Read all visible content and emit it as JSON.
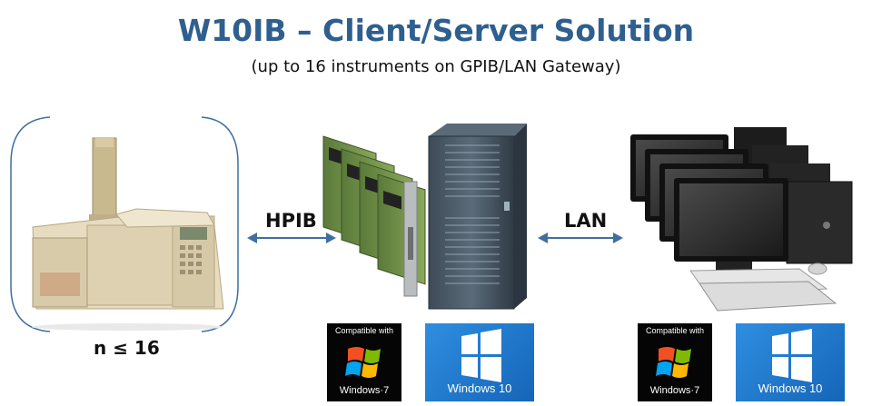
{
  "header": {
    "title": "W10IB – Client/Server Solution",
    "subtitle": "(up to 16 instruments on GPIB/LAN Gateway)"
  },
  "connections": {
    "hpib_label": "HPIB",
    "lan_label": "LAN"
  },
  "instruments": {
    "count_label": "n ≤ 16"
  },
  "badges": {
    "server_win7": {
      "top_text": "Compatible with",
      "name": "Windows·7"
    },
    "server_win10": {
      "name": "Windows 10"
    },
    "client_win7": {
      "top_text": "Compatible with",
      "name": "Windows·7"
    },
    "client_win10": {
      "name": "Windows 10"
    }
  },
  "colors": {
    "title": "#2f5f8f",
    "bracket": "#3f6fa0",
    "arrow": "#3f6fa0",
    "win10_blue": "#1f7ad0"
  }
}
